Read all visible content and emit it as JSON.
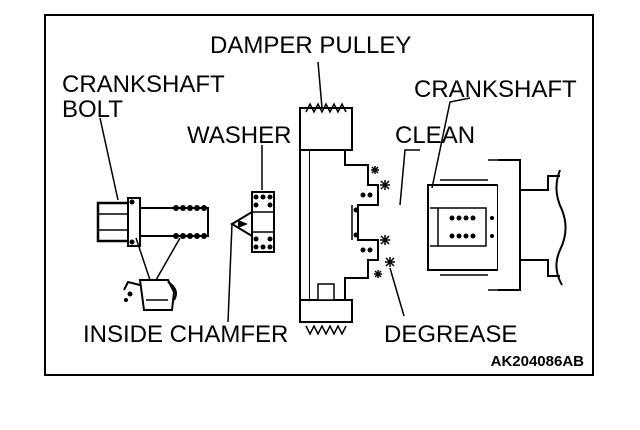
{
  "labels": {
    "damper_pulley": "DAMPER PULLEY",
    "crankshaft_bolt_line1": "CRANKSHAFT",
    "crankshaft_bolt_line2": "BOLT",
    "washer": "WASHER",
    "crankshaft": "CRANKSHAFT",
    "clean": "CLEAN",
    "inside_chamfer": "INSIDE CHAMFER",
    "degrease": "DEGREASE",
    "figure_code": "AK204086AB"
  }
}
